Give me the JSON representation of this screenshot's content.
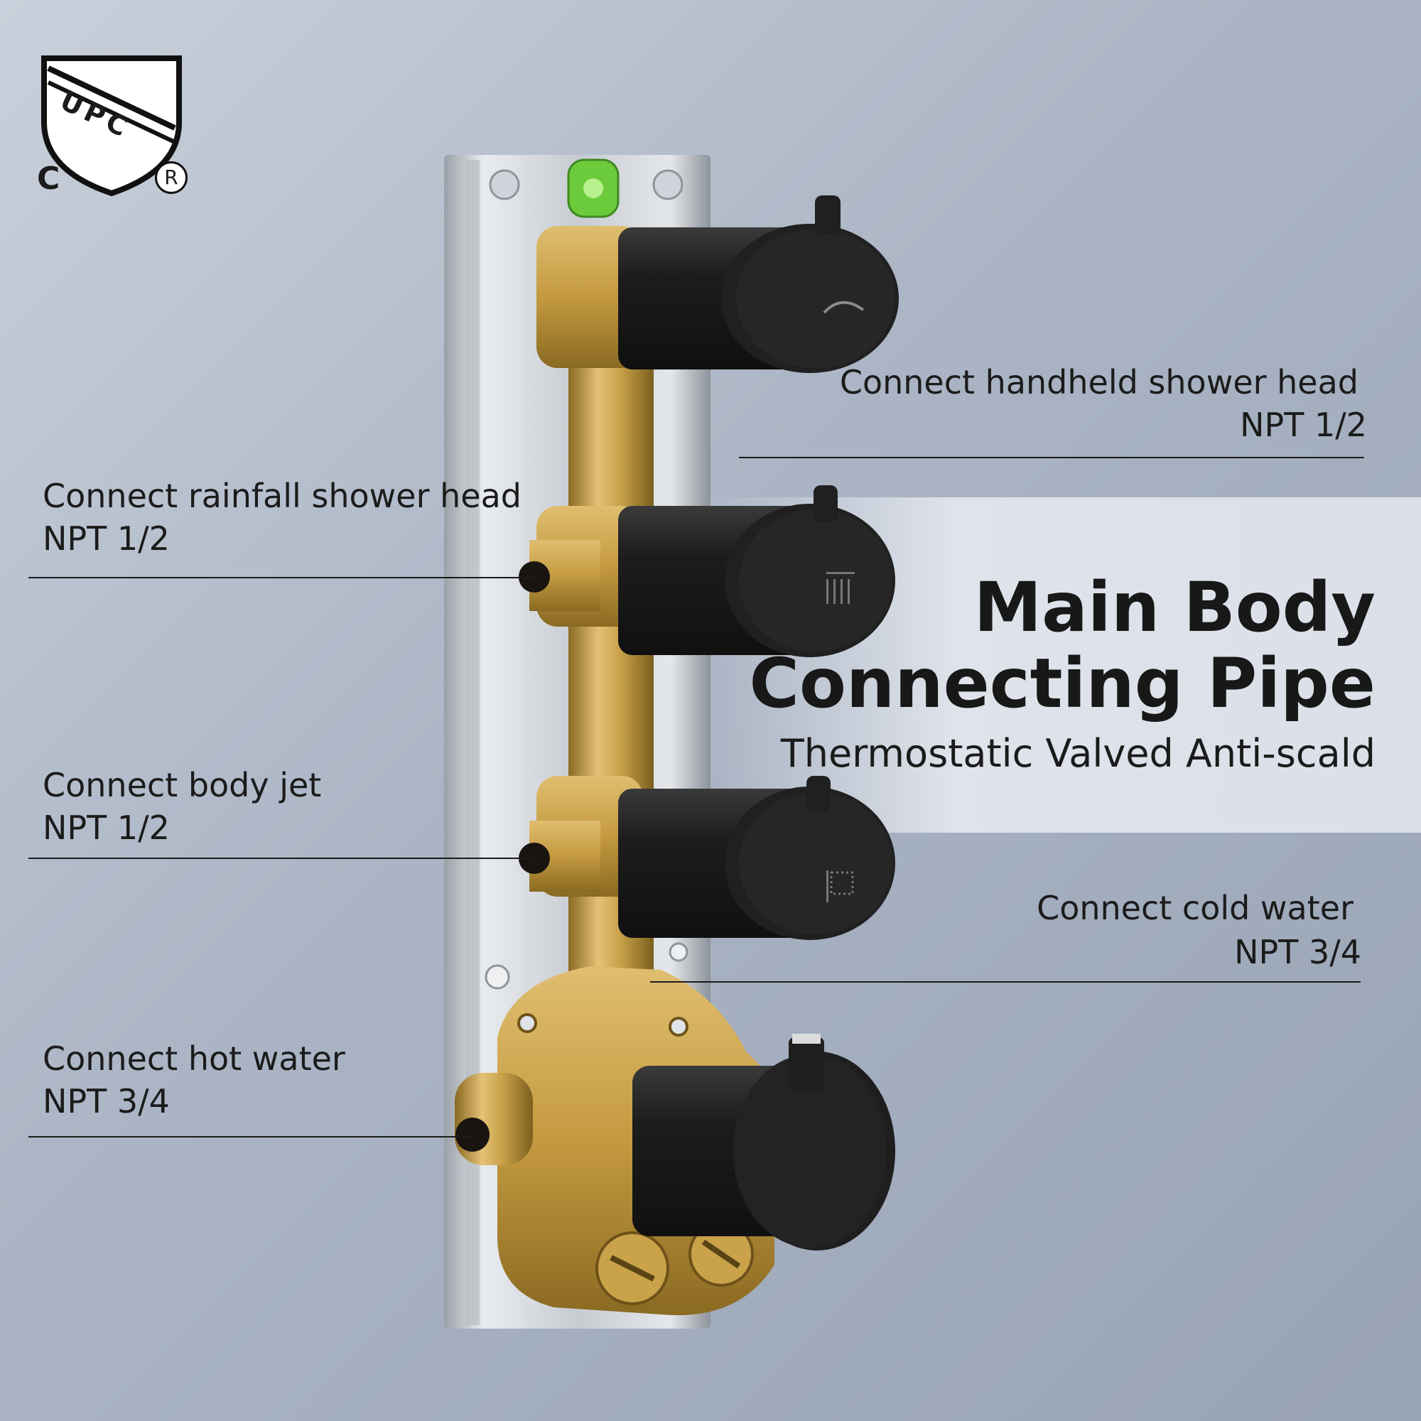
{
  "certification": {
    "mark": "UPC",
    "left_letter": "C",
    "registered_symbol": "R"
  },
  "title": {
    "line1": "Main Body",
    "line2": "Connecting Pipe",
    "subtitle": "Thermostatic Valved Anti-scald"
  },
  "callouts": [
    {
      "text": "Connect handheld shower head",
      "spec": "NPT 1/2"
    },
    {
      "text": "Connect rainfall shower head",
      "spec": "NPT 1/2"
    },
    {
      "text": "Connect body jet",
      "spec": "NPT 1/2"
    },
    {
      "text": "Connect cold water",
      "spec": "NPT 3/4"
    },
    {
      "text": "Connect hot water",
      "spec": "NPT 3/4"
    }
  ],
  "handle_icons": [
    "handheld-shower-icon",
    "rainfall-shower-icon",
    "body-jet-icon"
  ],
  "colors": {
    "background": "#a9b3c3",
    "brass": "#c9a24a",
    "handle": "#1e1e1e",
    "text": "#1b1b1b"
  }
}
